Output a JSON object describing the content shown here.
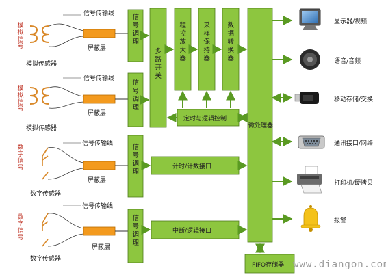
{
  "diagram": {
    "analog_signal_label": "模拟信号",
    "analog_sensor_label": "模拟传感器",
    "digital_signal_label": "数字信号",
    "digital_sensor_label": "数字传感器",
    "signal_line_label": "信号传输线",
    "shield_label": "屏蔽层",
    "conditioning_label": "信号调理",
    "mux_label": "多路开关",
    "pga_label": "程控放大器",
    "sample_hold_label": "采样保持器",
    "adc_label": "数据转换器",
    "timing_logic_label": "定时与逻辑控制",
    "timer_counter_label": "计时/计数接口",
    "interrupt_logic_label": "中断/逻辑接口",
    "mcu_label": "微处理器",
    "fifo_label": "FIFO存储器",
    "outputs": [
      {
        "label": "显示器/视频",
        "icon": "monitor-icon"
      },
      {
        "label": "语音/音频",
        "icon": "speaker-icon"
      },
      {
        "label": "移动存储/交换",
        "icon": "usb-drive-icon"
      },
      {
        "label": "通讯接口/网络",
        "icon": "serial-port-icon"
      },
      {
        "label": "打印机/硬拷贝",
        "icon": "printer-icon"
      },
      {
        "label": "报警",
        "icon": "alarm-bell-icon"
      }
    ],
    "watermark": "www.diangon.com",
    "colors": {
      "block_fill": "#8dc63f",
      "block_stroke": "#4e7a1c",
      "arrow": "#5a9a22",
      "shield": "#f39a1e",
      "coil": "#d9892a"
    }
  }
}
